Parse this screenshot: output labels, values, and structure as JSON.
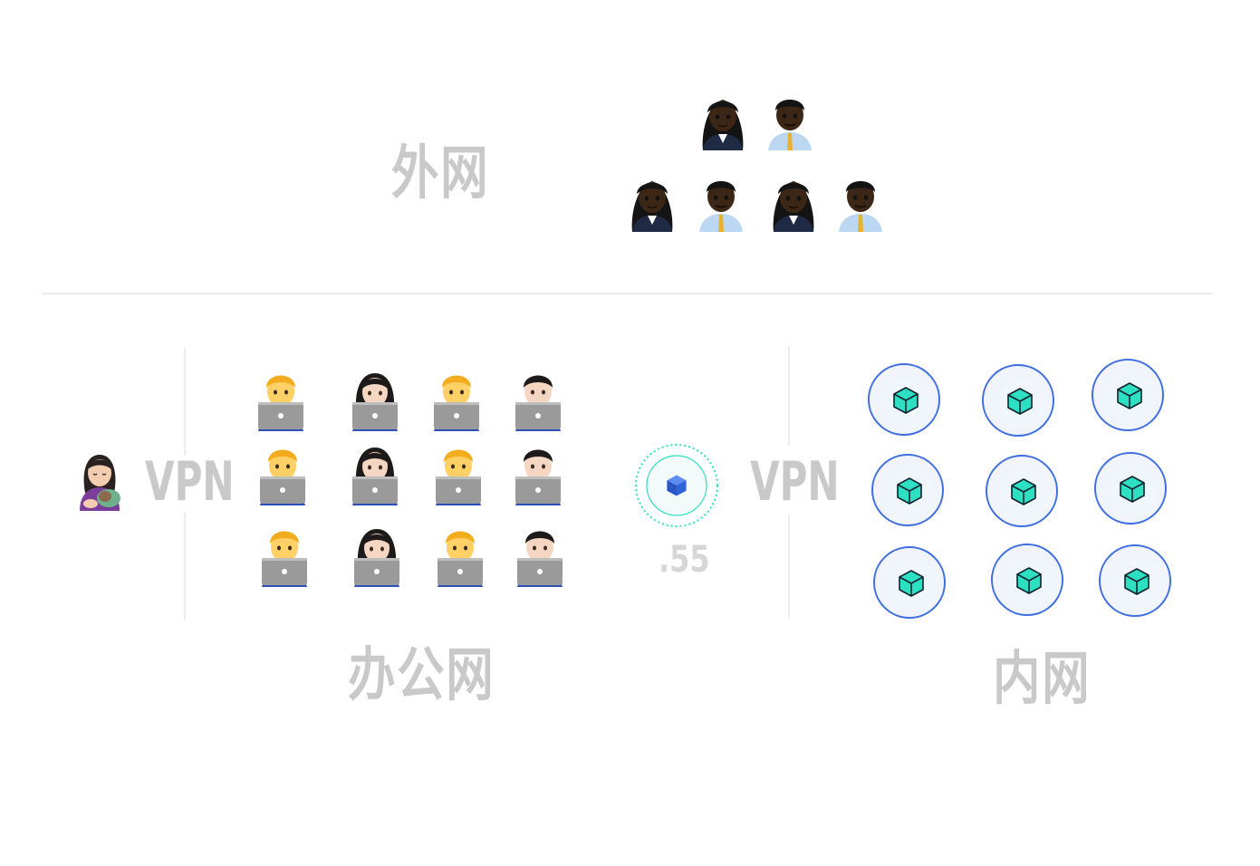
{
  "zones": {
    "external": "外网",
    "office": "办公网",
    "internal": "内网"
  },
  "vpn_left": "VPN",
  "vpn_right": "VPN",
  "gateway": {
    "ip_suffix": ".55",
    "icon": "blue-cube-icon"
  },
  "external_users": {
    "icon_pair": [
      "woman-office-worker-dark-icon",
      "man-office-worker-dark-icon"
    ],
    "count": 6
  },
  "remote_user": {
    "icon": "woman-feeding-baby-icon"
  },
  "office_users": {
    "rows": 3,
    "columns": [
      "man-technologist-blond-icon",
      "woman-technologist-icon",
      "man-technologist-blond-icon",
      "man-technologist-icon"
    ]
  },
  "internal_servers": {
    "rows": 3,
    "columns": 3,
    "icon": "teal-cube-icon"
  },
  "colors": {
    "label_gray": "#c9c9c9",
    "node_border": "#3f6fe0",
    "server_cube": "#2de0c1",
    "gateway_cube": "#2f63d8",
    "gateway_ring": "#2de0c1"
  }
}
